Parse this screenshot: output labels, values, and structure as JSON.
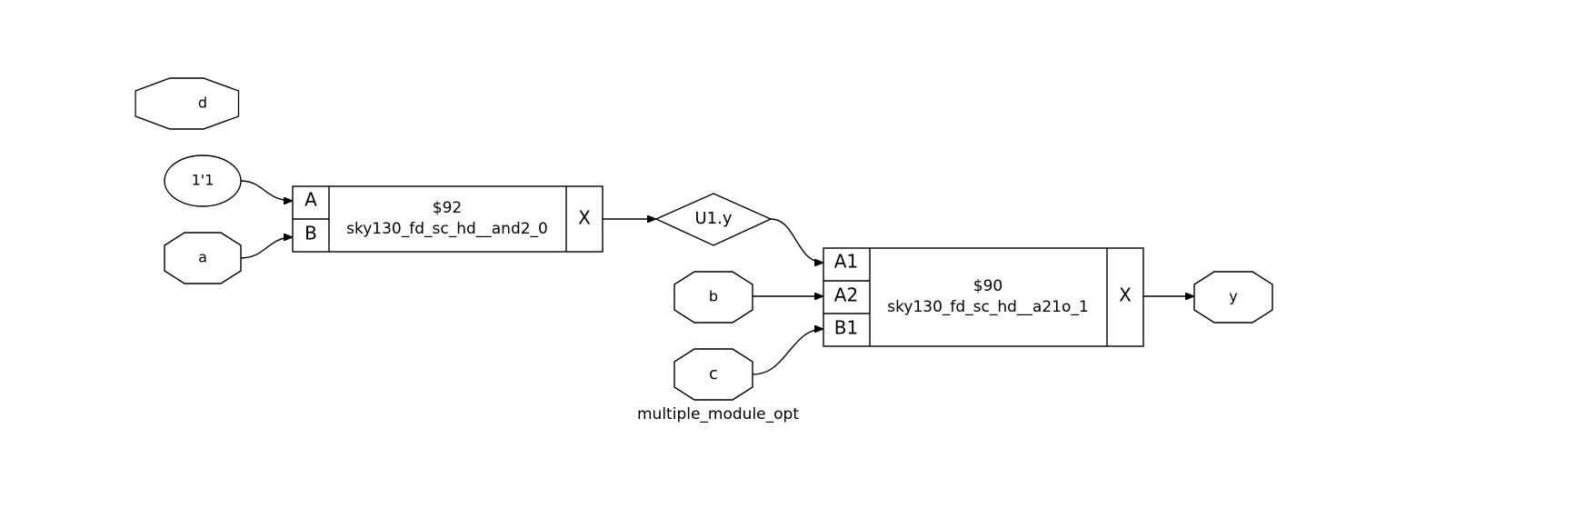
{
  "title": "multiple_module_opt",
  "ports": {
    "d": "d",
    "const": "1'1",
    "a": "a",
    "b": "b",
    "c": "c",
    "y": "y"
  },
  "cells": {
    "and2": {
      "id": "$92",
      "type": "sky130_fd_sc_hd__and2_0",
      "inputs": [
        "A",
        "B"
      ],
      "output": "X"
    },
    "a21o": {
      "id": "$90",
      "type": "sky130_fd_sc_hd__a21o_1",
      "inputs": [
        "A1",
        "A2",
        "B1"
      ],
      "output": "X"
    }
  },
  "net": {
    "label": "U1.y"
  }
}
